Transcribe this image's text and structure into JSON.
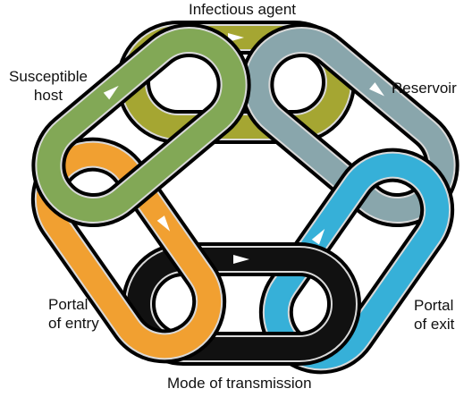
{
  "diagram": {
    "labels": {
      "infectious_agent": "Infectious agent",
      "reservoir": "Reservoir",
      "portal_of_exit": [
        "Portal",
        "of exit"
      ],
      "mode_of_transmission": "Mode of transmission",
      "portal_of_entry": [
        "Portal",
        "of entry"
      ],
      "susceptible_host": [
        "Susceptible",
        "host"
      ]
    },
    "links": [
      {
        "id": "infectious-agent",
        "color": "#a5a632"
      },
      {
        "id": "reservoir",
        "color": "#89a6ac"
      },
      {
        "id": "portal-of-exit",
        "color": "#36b0d8"
      },
      {
        "id": "mode-of-transmission",
        "color": "#111111"
      },
      {
        "id": "portal-of-entry",
        "color": "#f1a031"
      },
      {
        "id": "susceptible-host",
        "color": "#82a856"
      }
    ],
    "outline_color": "#000000",
    "edge_color": "#d9d9d9",
    "arrow_color": "#ffffff"
  }
}
